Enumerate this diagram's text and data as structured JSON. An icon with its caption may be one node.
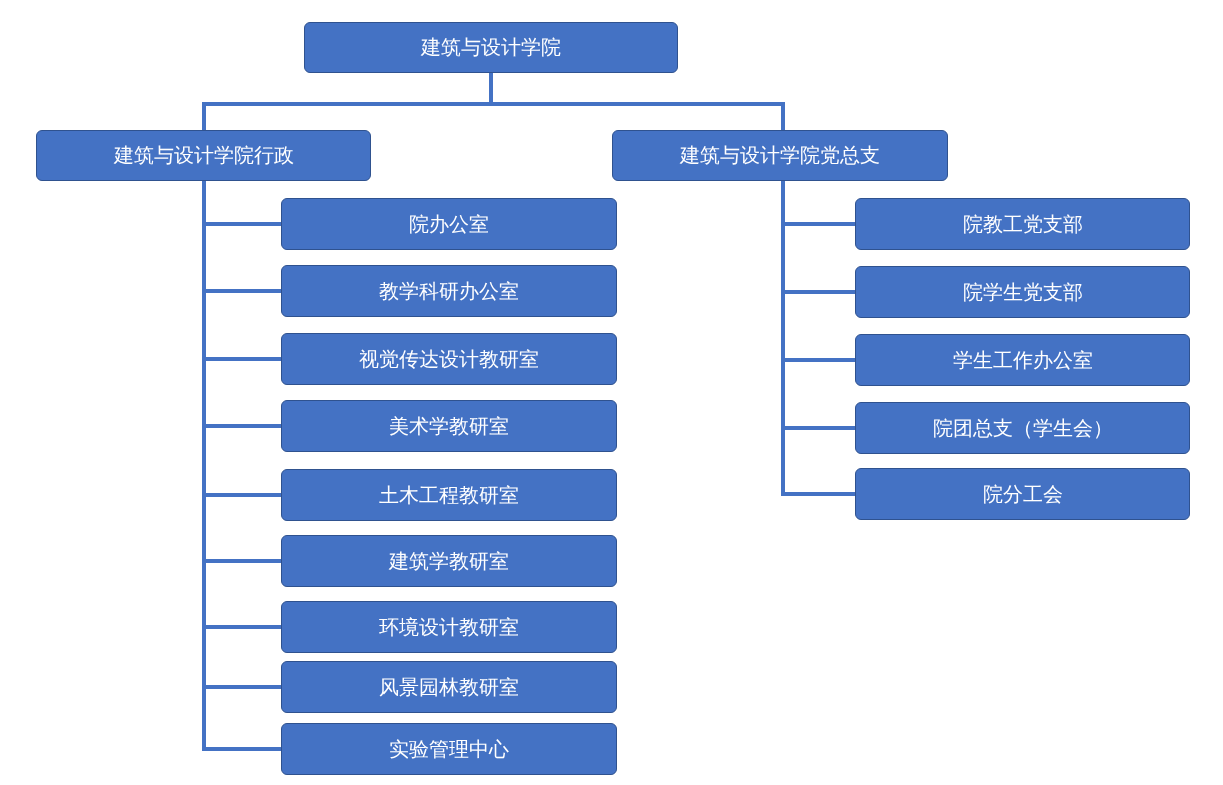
{
  "diagram": {
    "nodes": [
      {
        "text": [
          "建筑与设计学院"
        ]
      },
      {
        "text": [
          "建筑与设计学院行政"
        ]
      },
      {
        "text": [
          "建筑与设计学院党总支"
        ]
      },
      {
        "text": [
          "院办公室"
        ]
      },
      {
        "text": [
          "教学科研办公室"
        ]
      },
      {
        "text": [
          "视觉传达设计教研室"
        ]
      },
      {
        "text": [
          "美术学教研室"
        ]
      },
      {
        "text": [
          "土木工程教研室"
        ]
      },
      {
        "text": [
          "建筑学教研室"
        ]
      },
      {
        "text": [
          "环境设计教研室"
        ]
      },
      {
        "text": [
          "风景园林教研室"
        ]
      },
      {
        "text": [
          "实验管理中心"
        ]
      },
      {
        "text": [
          "院教工党支部"
        ]
      },
      {
        "text": [
          "院学生党支部"
        ]
      },
      {
        "text": [
          "学生工作办公室"
        ]
      },
      {
        "text": [
          "院团总支（学生会）"
        ]
      },
      {
        "text": [
          "院分工会"
        ]
      }
    ],
    "edges": [
      {
        "from": 0,
        "to": 1,
        "arrow": "none"
      },
      {
        "from": 0,
        "to": 2,
        "arrow": "none"
      },
      {
        "from": 1,
        "to": 3,
        "arrow": "none"
      },
      {
        "from": 1,
        "to": 4,
        "arrow": "none"
      },
      {
        "from": 1,
        "to": 5,
        "arrow": "none"
      },
      {
        "from": 1,
        "to": 6,
        "arrow": "none"
      },
      {
        "from": 1,
        "to": 7,
        "arrow": "none"
      },
      {
        "from": 1,
        "to": 8,
        "arrow": "none"
      },
      {
        "from": 1,
        "to": 9,
        "arrow": "none"
      },
      {
        "from": 1,
        "to": 10,
        "arrow": "none"
      },
      {
        "from": 1,
        "to": 11,
        "arrow": "none"
      },
      {
        "from": 2,
        "to": 12,
        "arrow": "none"
      },
      {
        "from": 2,
        "to": 13,
        "arrow": "none"
      },
      {
        "from": 2,
        "to": 14,
        "arrow": "none"
      },
      {
        "from": 2,
        "to": 15,
        "arrow": "none"
      },
      {
        "from": 2,
        "to": 16,
        "arrow": "none"
      }
    ]
  }
}
